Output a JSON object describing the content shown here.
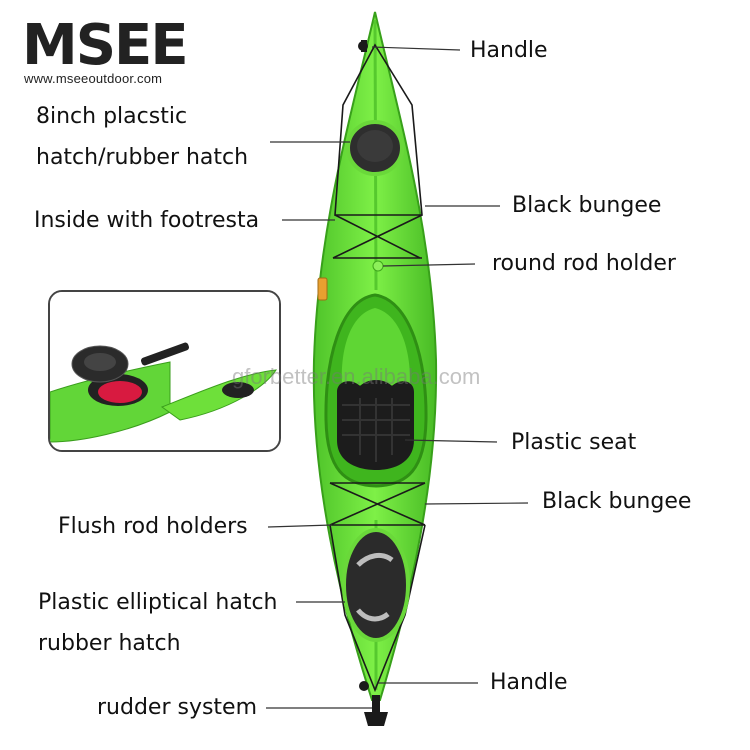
{
  "brand": {
    "logo_text": "MSEE",
    "url": "www.mseeoutdoor.com"
  },
  "watermark": "gforbetter.en.alibaba.com",
  "labels": {
    "handle_top": "Handle",
    "hatch_line1": "8inch placstic",
    "hatch_line2": "hatch/rubber hatch",
    "bungee_top": "Black bungee",
    "footrest": "Inside with footresta",
    "rod_holder": "round rod holder",
    "seat": "Plastic seat",
    "bungee_bottom": "Black bungee",
    "flush_rod": "Flush rod holders",
    "elliptical_line1": "Plastic elliptical hatch",
    "elliptical_line2": "rubber hatch",
    "handle_bottom": "Handle",
    "rudder": "rudder system"
  },
  "colors": {
    "kayak_green": "#6ee03a",
    "kayak_dark": "#3fae1c",
    "bungee": "#1a1a1a",
    "seat": "#1c1c1c",
    "hatch_red": "#d81a40"
  }
}
